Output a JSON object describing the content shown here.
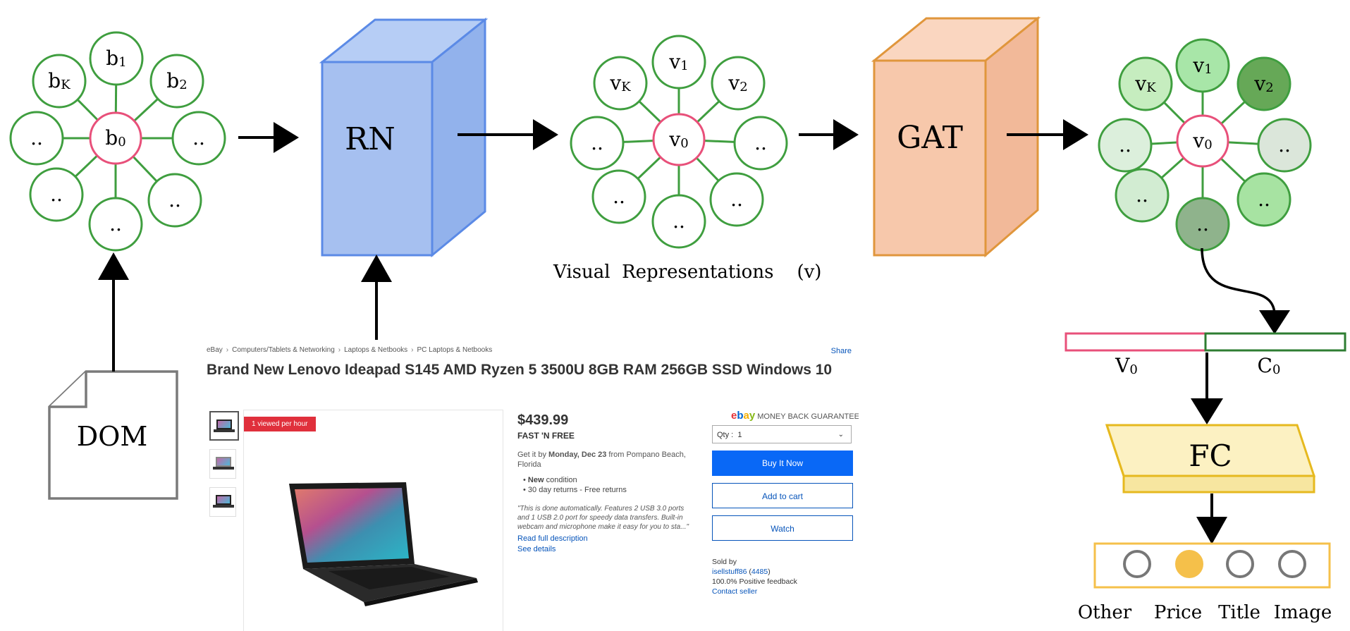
{
  "diagram": {
    "dom_graph": {
      "center": {
        "base": "b",
        "sub": "0"
      },
      "neighbors": [
        {
          "base": "b",
          "sub": "1"
        },
        {
          "base": "b",
          "sub": "2"
        },
        {
          "base": "..",
          "sub": ""
        },
        {
          "base": "..",
          "sub": ""
        },
        {
          "base": "..",
          "sub": ""
        },
        {
          "base": "..",
          "sub": ""
        },
        {
          "base": "..",
          "sub": ""
        },
        {
          "base": "b",
          "sub": "K"
        }
      ]
    },
    "rn_label": "RN",
    "visual_graph": {
      "center": {
        "base": "v",
        "sub": "0"
      },
      "neighbors": [
        {
          "base": "v",
          "sub": "1"
        },
        {
          "base": "v",
          "sub": "2"
        },
        {
          "base": "..",
          "sub": ""
        },
        {
          "base": "..",
          "sub": ""
        },
        {
          "base": "..",
          "sub": ""
        },
        {
          "base": "..",
          "sub": ""
        },
        {
          "base": "..",
          "sub": ""
        },
        {
          "base": "v",
          "sub": "K"
        }
      ]
    },
    "visual_caption": "Visual  Representations    (v)",
    "gat_label": "GAT",
    "attention_graph": {
      "center": {
        "base": "v",
        "sub": "0"
      },
      "neighbors": [
        {
          "base": "v",
          "sub": "1",
          "fill": "#a8e6a8"
        },
        {
          "base": "v",
          "sub": "2",
          "fill": "#66a857"
        },
        {
          "base": "..",
          "sub": "",
          "fill": "#dbe6da"
        },
        {
          "base": "..",
          "sub": "",
          "fill": "#a7e3a2"
        },
        {
          "base": "..",
          "sub": "",
          "fill": "#8fb38c"
        },
        {
          "base": "..",
          "sub": "",
          "fill": "#d2ecd2"
        },
        {
          "base": "..",
          "sub": "",
          "fill": "#dcefdc"
        },
        {
          "base": "v",
          "sub": "K",
          "fill": "#c6edbf"
        }
      ]
    },
    "dom_label": "DOM",
    "concat": {
      "left": {
        "base": "V",
        "sub": "0"
      },
      "right": {
        "base": "C",
        "sub": "0"
      }
    },
    "fc_label": "FC",
    "classes": [
      "Other",
      "Price",
      "Title",
      "Image"
    ],
    "selected_class_index": 1,
    "colors": {
      "node_border": "#3f9e3f",
      "center_border": "#e8507a",
      "rn_fill": "#a6c0f0",
      "rn_stroke": "#5b8ae6",
      "gat_fill": "#f7c8ab",
      "gat_stroke": "#e0963c",
      "fc_fill": "#fcf1c2",
      "fc_stroke": "#e6b91f",
      "selected_class": "#f5c04a",
      "concat_left": "#e8507a",
      "concat_right": "#2e7d32"
    }
  },
  "ebay": {
    "breadcrumbs": [
      "eBay",
      "Computers/Tablets & Networking",
      "Laptops & Netbooks",
      "PC Laptops & Netbooks"
    ],
    "share": "Share",
    "title": "Brand New Lenovo Ideapad S145 AMD Ryzen 5 3500U 8GB RAM 256GB SSD Windows 10",
    "badge": "1 viewed per hour",
    "price": "$439.99",
    "shipping": "FAST 'N FREE",
    "delivery_prefix": "Get it by ",
    "delivery_date": "Monday, Dec 23",
    "delivery_suffix": " from Pompano Beach, Florida",
    "bullet_1_bold": "New",
    "bullet_1_rest": " condition",
    "bullet_2": "30 day returns - Free returns",
    "description": "\"This is done automatically. Features 2 USB 3.0 ports and 1 USB 2.0 port for speedy data transfers. Built-in webcam and microphone make it easy for you to sta...\"",
    "read_more": "Read full description",
    "see_details": "See details",
    "guarantee": "MONEY BACK GUARANTEE",
    "qty_label": "Qty :",
    "qty_value": "1",
    "buy_now": "Buy It Now",
    "add_to_cart": "Add to cart",
    "watch": "Watch",
    "sold_by": "Sold by",
    "seller_name": "isellstuff86",
    "seller_score": "4485",
    "feedback": "100.0% Positive feedback",
    "contact": "Contact seller"
  }
}
